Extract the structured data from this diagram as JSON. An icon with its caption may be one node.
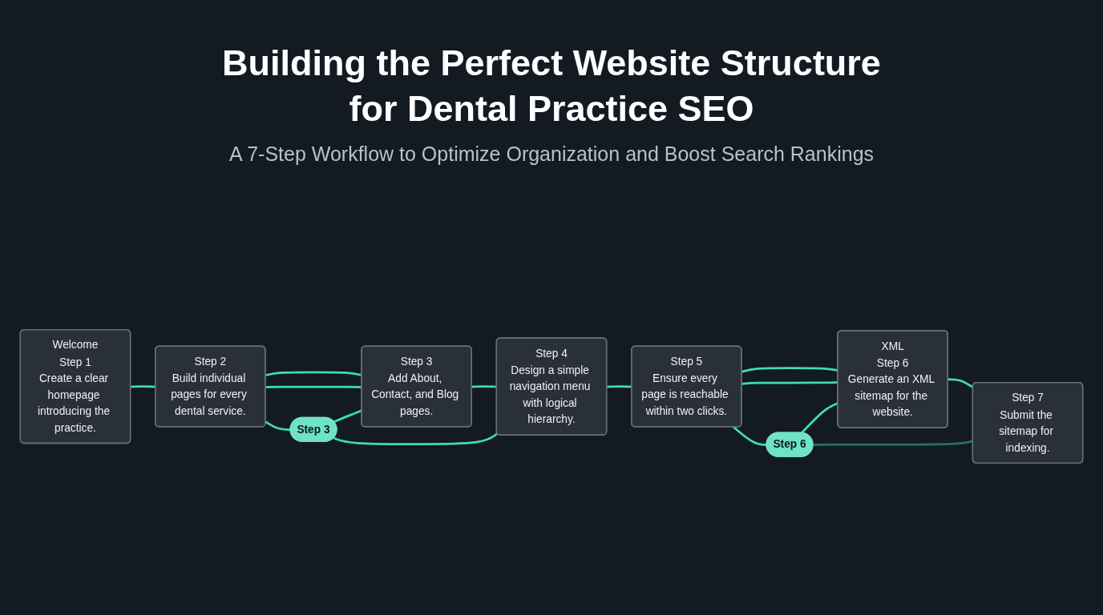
{
  "diagram": {
    "title": "Building the Perfect Website Structure for Dental Practice SEO",
    "nodes": [
      {
        "text": [
          "Welcome",
          "Step 1",
          "Create a clear homepage introducing the practice."
        ]
      },
      {
        "text": [
          "Step 2",
          "Build individual pages for every dental service."
        ]
      },
      {
        "text": [
          "Step 3",
          "Add About, Contact, and Blog pages."
        ]
      },
      {
        "text": [
          "Step 4",
          "Design a simple navigation menu with logical hierarchy."
        ]
      },
      {
        "text": [
          "Step 5",
          "Ensure every page is reachable within two clicks."
        ]
      },
      {
        "text": [
          "XML",
          "Step 6",
          "Generate an XML sitemap for the website."
        ]
      },
      {
        "text": [
          "Step 7",
          "Submit the sitemap for indexing."
        ]
      },
      {
        "text": [
          "Step 3"
        ]
      },
      {
        "text": [
          "Step 6"
        ]
      }
    ],
    "edges": [
      {
        "from": 0,
        "to": 1,
        "arrow": "none"
      },
      {
        "from": 1,
        "to": 2,
        "arrow": "none"
      },
      {
        "from": 1,
        "to": 2,
        "arrow": "none"
      },
      {
        "from": 2,
        "to": 3,
        "arrow": "none"
      },
      {
        "from": 3,
        "to": 4,
        "arrow": "none"
      },
      {
        "from": 4,
        "to": 5,
        "arrow": "none"
      },
      {
        "from": 4,
        "to": 5,
        "arrow": "none"
      },
      {
        "from": 5,
        "to": 6,
        "arrow": "none"
      },
      {
        "from": 1,
        "to": 7,
        "arrow": "none"
      },
      {
        "from": 7,
        "to": 2,
        "arrow": "none"
      },
      {
        "from": 7,
        "to": 3,
        "arrow": "none"
      },
      {
        "from": 4,
        "to": 8,
        "arrow": "none"
      },
      {
        "from": 8,
        "to": 5,
        "arrow": "none"
      },
      {
        "from": 8,
        "to": 6,
        "arrow": "none",
        "color": "#2b6e62"
      }
    ],
    "labels": [
      "A 7-Step Workflow to Optimize Organization and Boost Search Rankings"
    ]
  }
}
